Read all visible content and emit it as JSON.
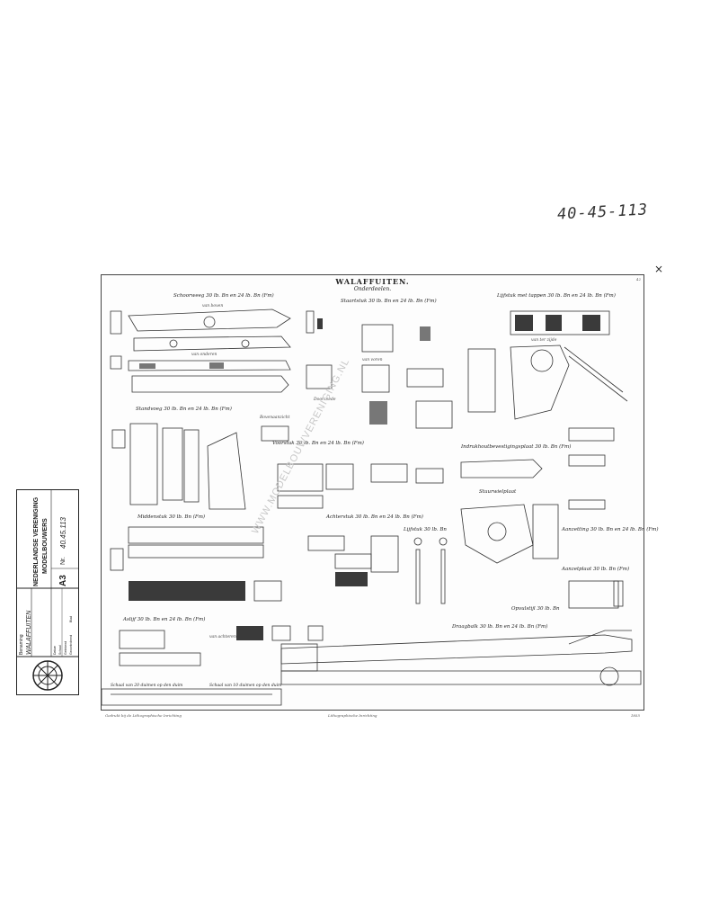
{
  "doc": {
    "handwritten_ref": "40-45-113",
    "plate_title": "WALAFFUITEN.",
    "plate_subtitle": "Onderdeelen.",
    "labels": [
      "Schoorweeg 30 lb. Bn en 24 lb. Bn (Fm)",
      "Staartstuk 30 lb. Bn en 24 lb. Bn (Fm)",
      "Lijfstuk met tappen 30 lb. Bn en 24 lb. Bn (Fm)",
      "Standvoeg 30 lb. Bn en 24 lb. Bn (Fm)",
      "Voorstuk 30 lb. Bn en 24 lb. Bn (Fm)",
      "Bovenaanzicht",
      "Indrukhoutbevestigingsplaat 30 lb. Bn (Fm)",
      "Stuurwielplaat",
      "Middenstuk 30 lb. Bn (Fm)",
      "Achterstuk 30 lb. Bn en 24 lb. Bn (Fm)",
      "Lijfstuk 30 lb. Bn",
      "Aanzetplaat 30 lb. Bn (Fm)",
      "Aslijf 30 lb. Bn en 24 lb. Bn (Fm)",
      "Draagbalk 30 lb. Bn en 24 lb. Bn (Fm)",
      "Opvulstijl 30 lb. Bn",
      "Aanzetting 30 lb. Bn en 24 lb. Bn (Fm)",
      "Schaal van 20 duimen op den duim",
      "Schaal van 10 duimen op den duim"
    ],
    "views": [
      "van boven",
      "van onderen",
      "van ter zijde",
      "van voren",
      "Doorsnede",
      "van achteren"
    ],
    "footer_left": "Gedrukt bij de Lithographische Inrichting",
    "footer_center": "Lithographische Inrichting",
    "footer_right": "1855",
    "plate_number": "42"
  },
  "title_block": {
    "benaming_label": "Benaming",
    "benaming_value": "WALAFFUITEN",
    "org_line1": "NEDERLANDSE VERENIGING",
    "org_line2": "MODELBOUWERS",
    "size_label": "A3",
    "nr_label": "Nr.",
    "nr_value": "40.45.113",
    "small_rows": [
      "Datum",
      "Schaal",
      "Getekend",
      "Gecontroleerd",
      "Blad"
    ],
    "watermark": "WWW.MODELBOUWVERENIGING.NL"
  }
}
